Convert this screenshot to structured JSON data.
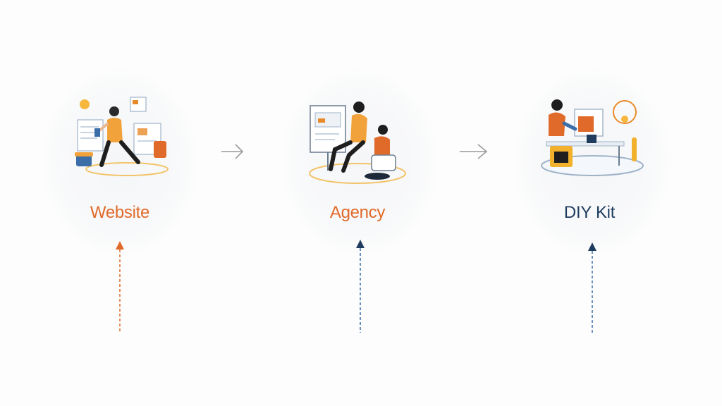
{
  "nodes": [
    {
      "label": "Website",
      "color": "#e06a2a",
      "illustration": "person-walking-website-illustration"
    },
    {
      "label": "Agency",
      "color": "#e06a2a",
      "illustration": "agency-team-illustration"
    },
    {
      "label": "DIY Kit",
      "color": "#1f3b5e",
      "illustration": "diy-workbench-illustration"
    }
  ],
  "colors": {
    "orange": "#e98a2a",
    "orange_dark": "#e06a2a",
    "navy": "#1f3b5e",
    "blue": "#3b6ea8",
    "grey_arrow": "#9a9a9a"
  }
}
